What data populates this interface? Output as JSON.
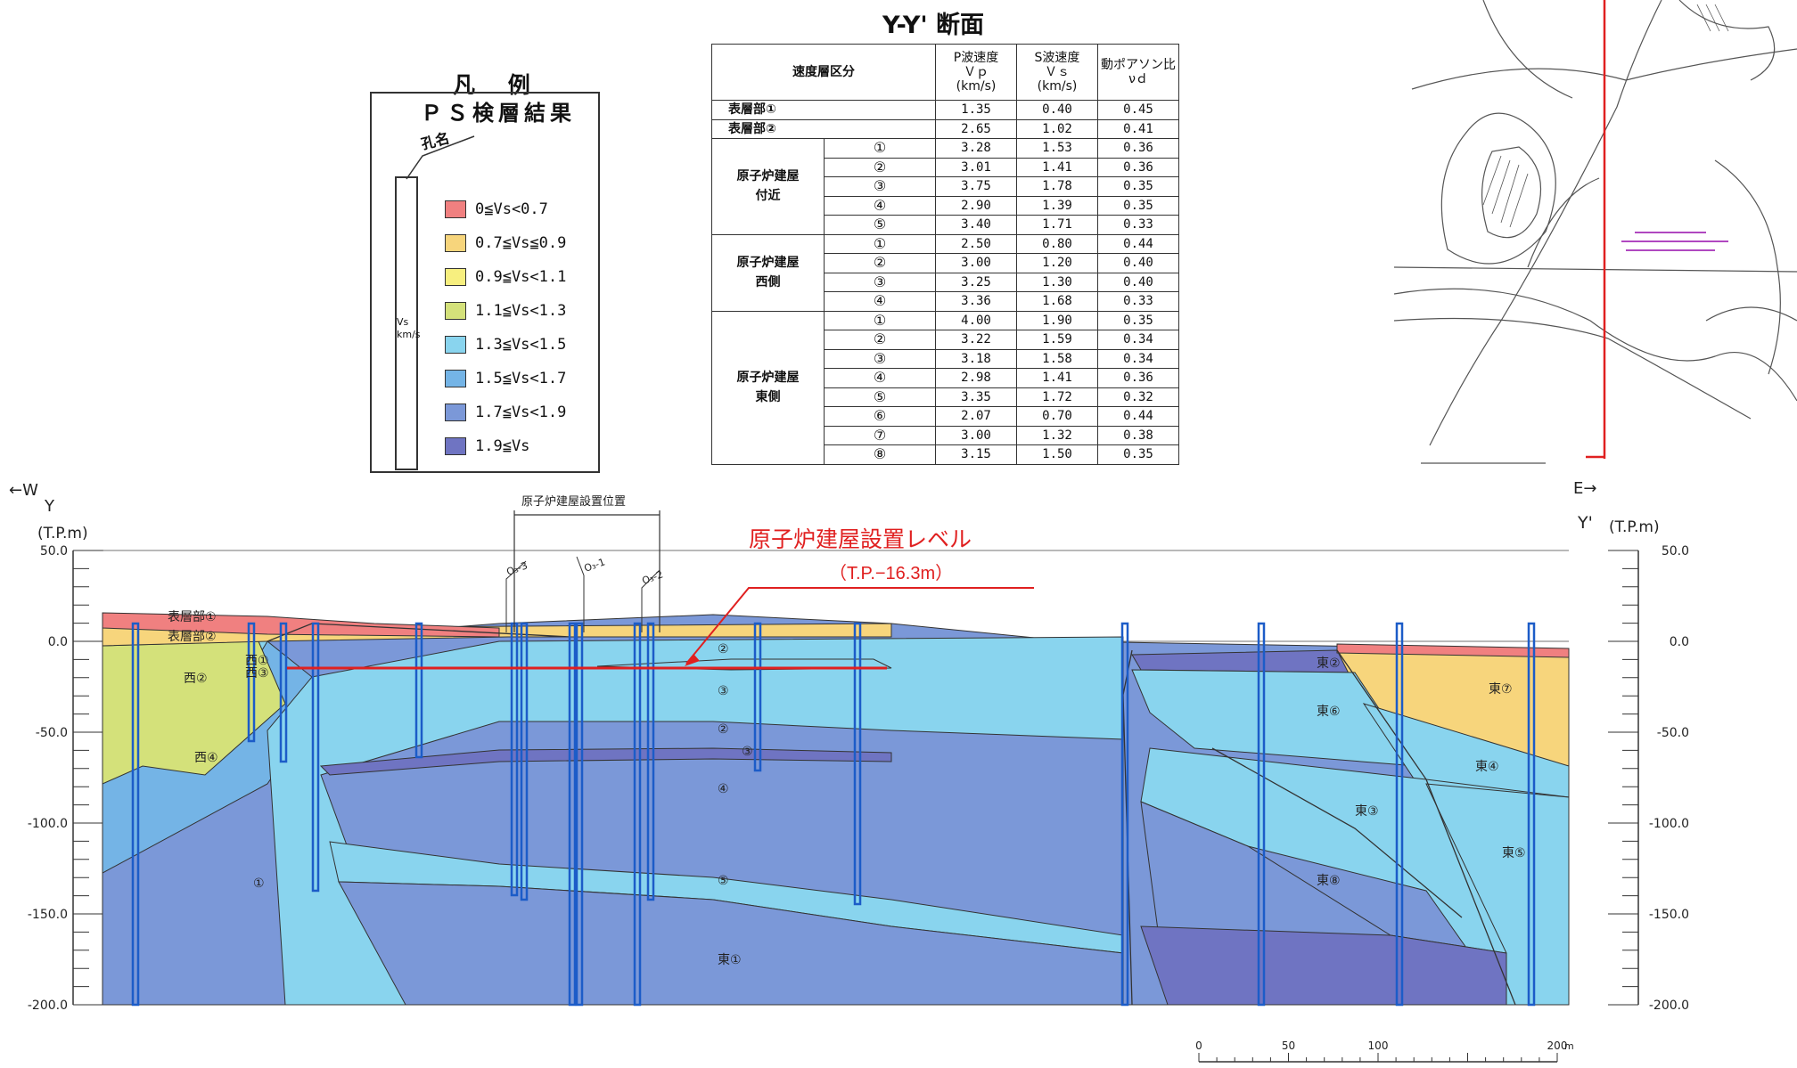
{
  "title": "Y-Y' 断面",
  "legend": {
    "heading": "凡 例",
    "title": "ＰＳ検層結果",
    "hole_label": "孔名",
    "column_label": [
      "Vs",
      "km/s"
    ],
    "items": [
      {
        "label": "0≦Vs<0.7",
        "color": "#f08080"
      },
      {
        "label": "0.7≦Vs≦0.9",
        "color": "#f7d57c"
      },
      {
        "label": "0.9≦Vs<1.1",
        "color": "#f7ef7f"
      },
      {
        "label": "1.1≦Vs<1.3",
        "color": "#d4e17a"
      },
      {
        "label": "1.3≦Vs<1.5",
        "color": "#89d4ee"
      },
      {
        "label": "1.5≦Vs<1.7",
        "color": "#74b4e6"
      },
      {
        "label": "1.7≦Vs<1.9",
        "color": "#7b98d8"
      },
      {
        "label": "1.9≦Vs",
        "color": "#6f74c2"
      }
    ]
  },
  "table": {
    "headers": [
      "速度層区分",
      "P波速度\nＶｐ\n(km/s)",
      "S波速度\nＶｓ\n(km/s)",
      "動ポアソン比\nνｄ"
    ],
    "rows": [
      {
        "group": "表層部①",
        "layer": "",
        "vp": "1.35",
        "vs": "0.40",
        "nu": "0.45"
      },
      {
        "group": "表層部②",
        "layer": "",
        "vp": "2.65",
        "vs": "1.02",
        "nu": "0.41"
      },
      {
        "group": "原子炉建屋\n付近",
        "layer": "①",
        "vp": "3.28",
        "vs": "1.53",
        "nu": "0.36"
      },
      {
        "group": "原子炉建屋\n付近",
        "layer": "②",
        "vp": "3.01",
        "vs": "1.41",
        "nu": "0.36"
      },
      {
        "group": "原子炉建屋\n付近",
        "layer": "③",
        "vp": "3.75",
        "vs": "1.78",
        "nu": "0.35"
      },
      {
        "group": "原子炉建屋\n付近",
        "layer": "④",
        "vp": "2.90",
        "vs": "1.39",
        "nu": "0.35"
      },
      {
        "group": "原子炉建屋\n付近",
        "layer": "⑤",
        "vp": "3.40",
        "vs": "1.71",
        "nu": "0.33"
      },
      {
        "group": "原子炉建屋\n西側",
        "layer": "①",
        "vp": "2.50",
        "vs": "0.80",
        "nu": "0.44"
      },
      {
        "group": "原子炉建屋\n西側",
        "layer": "②",
        "vp": "3.00",
        "vs": "1.20",
        "nu": "0.40"
      },
      {
        "group": "原子炉建屋\n西側",
        "layer": "③",
        "vp": "3.25",
        "vs": "1.30",
        "nu": "0.40"
      },
      {
        "group": "原子炉建屋\n西側",
        "layer": "④",
        "vp": "3.36",
        "vs": "1.68",
        "nu": "0.33"
      },
      {
        "group": "原子炉建屋\n東側",
        "layer": "①",
        "vp": "4.00",
        "vs": "1.90",
        "nu": "0.35"
      },
      {
        "group": "原子炉建屋\n東側",
        "layer": "②",
        "vp": "3.22",
        "vs": "1.59",
        "nu": "0.34"
      },
      {
        "group": "原子炉建屋\n東側",
        "layer": "③",
        "vp": "3.18",
        "vs": "1.58",
        "nu": "0.34"
      },
      {
        "group": "原子炉建屋\n東側",
        "layer": "④",
        "vp": "2.98",
        "vs": "1.41",
        "nu": "0.36"
      },
      {
        "group": "原子炉建屋\n東側",
        "layer": "⑤",
        "vp": "3.35",
        "vs": "1.72",
        "nu": "0.32"
      },
      {
        "group": "原子炉建屋\n東側",
        "layer": "⑥",
        "vp": "2.07",
        "vs": "0.70",
        "nu": "0.44"
      },
      {
        "group": "原子炉建屋\n東側",
        "layer": "⑦",
        "vp": "3.00",
        "vs": "1.32",
        "nu": "0.38"
      },
      {
        "group": "原子炉建屋\n東側",
        "layer": "⑧",
        "vp": "3.15",
        "vs": "1.50",
        "nu": "0.35"
      }
    ]
  },
  "section": {
    "west": "←W",
    "east": "E→",
    "left_name": "Y",
    "right_name": "Y'",
    "unit": "(T.P.m)",
    "left_ticks": [
      "50.0",
      "0.0",
      "-50.0",
      "-100.0",
      "-150.0",
      "-200.0"
    ],
    "right_ticks": [
      "50.0",
      "0.0",
      "-50.0",
      "-100.0",
      "-150.0",
      "-200.0"
    ],
    "building_range_label": "原子炉建屋設置位置",
    "building_level_label": "原子炉建屋設置レベル",
    "building_level_value": "（T.P.−16.3m）",
    "boreholes": [
      "O₃-3",
      "O₃-1",
      "O₃-2"
    ],
    "layer_labels": [
      "表層部①",
      "表層部②",
      "西②",
      "西①",
      "西③",
      "西④",
      "①",
      "②",
      "③",
      "②",
      "③",
      "④",
      "⑤",
      "東①",
      "東②",
      "東⑥",
      "東⑦",
      "東④",
      "東③",
      "東⑧",
      "東⑤"
    ],
    "accent_color": "#e02020"
  },
  "scale_bar": {
    "ticks": [
      "0",
      "50",
      "100",
      "200"
    ],
    "unit": "m"
  }
}
